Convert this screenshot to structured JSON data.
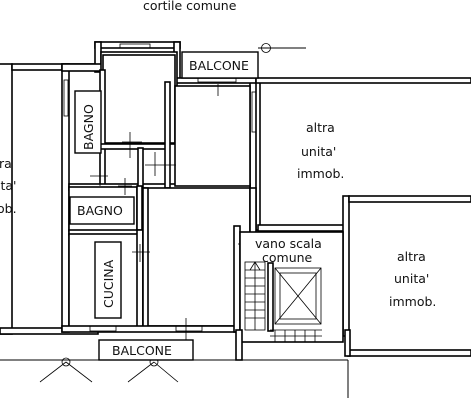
{
  "labels": {
    "courtyard": "cortile comune",
    "balcony_top": "BALCONE",
    "bath_upper": "BAGNO",
    "bath_lower": "BAGNO",
    "kitchen": "CUCINA",
    "stair_line1": "vano scala",
    "stair_line2": "comune",
    "balcony_bottom": "BALCONE",
    "right_unit": {
      "line1": "altra",
      "line2": "unita'",
      "line3": "immob."
    },
    "far_right_unit": {
      "line1": "altra",
      "line2": "unita'",
      "line3": "immob."
    },
    "left_unit": {
      "line1": "ra",
      "line2": "ita'",
      "line3": "ob."
    }
  },
  "colors": {
    "lines": "#000000",
    "background": "#ffffff"
  }
}
